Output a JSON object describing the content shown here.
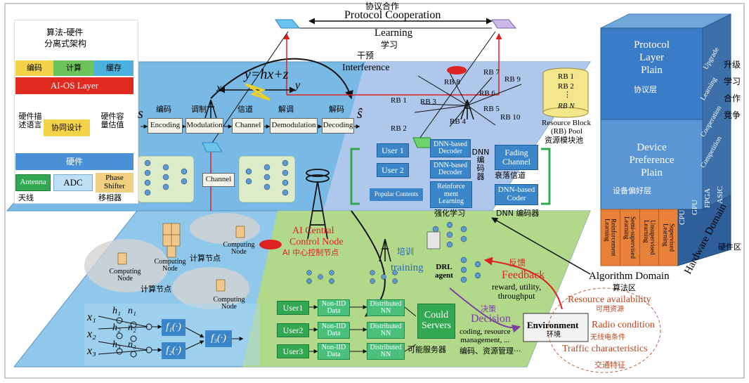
{
  "top": {
    "protocol_cn": "协议合作",
    "protocol_en": "Protocol Cooperation",
    "learning_en": "Learning",
    "learning_cn": "学习",
    "interfere_cn": "干预",
    "interfere_en": "Interference"
  },
  "arch": {
    "title_cn1": "算法-硬件",
    "title_cn2": "分离式架构",
    "modules": [
      "编码",
      "计算",
      "缓存"
    ],
    "aios": "AI-OS Layer",
    "hw_desc": "硬件描\n述语言",
    "codesign": "协同设计",
    "cap_est": "硬件容\n量估值",
    "hardware": "硬件",
    "antenna": "Antenna",
    "antenna_cn": "天线",
    "adc": "ADC",
    "phase": "Phase\nShifter",
    "phase_cn": "移相器"
  },
  "chain": {
    "s": "s",
    "s_hat": "ŝ",
    "labels_cn": [
      "编码",
      "调制",
      "信道",
      "解调",
      "解码"
    ],
    "labels_en": [
      "Encoding",
      "Modulation",
      "Channel",
      "Demodulation",
      "Decoding"
    ],
    "eq": "y=hx+z",
    "x": "x",
    "y": "y",
    "channel": "Channel"
  },
  "rb": {
    "labels": [
      "RB 1",
      "RB 2",
      "RB 3",
      "RB 4",
      "RB 5",
      "RB 6",
      "RB 7",
      "RB 8",
      "RB 9",
      "RB 10"
    ],
    "pool_items": [
      "RB 1",
      "RB 2",
      "⋮",
      "RB N"
    ],
    "pool_en1": "Resource Block",
    "pool_en2": "(RB) Pool",
    "pool_cn": "资源模块池"
  },
  "dnn": {
    "user1": "User 1",
    "user2": "User 2",
    "popular": "Popular Contents",
    "dec1": "DNN-based\nDecoder",
    "dec2": "DNN-based\nDecoder",
    "rl": "Reinforce\nment\nLearning",
    "enc_cn": "DNN\n编\n码\n器",
    "fading": "Fading\nChannel",
    "fading_cn": "衰落信道",
    "coder": "DNN-based\nCoder",
    "coder_cn": "DNN 编码器",
    "rl_cn": "强化学习"
  },
  "compute": {
    "node": "Computing\nNode",
    "node_cn": "计算节点",
    "central_en1": "AI Central",
    "central_en2": "Control Node",
    "central_cn": "AI 中心控制节点"
  },
  "fl": {
    "train_cn": "培训",
    "train_en": "training",
    "drl": "DRL\nagent",
    "users": [
      "User1",
      "User2",
      "User3"
    ],
    "noniid": "Non-IID\nData",
    "dnn": "Distributed\nNN",
    "cloud": "Could\nServers",
    "cloud_cn": "可能服务器"
  },
  "math": {
    "x": [
      "x₁",
      "x₂",
      "x₃"
    ],
    "h": [
      "h₁",
      "h₂",
      "h₃"
    ],
    "n": [
      "n₁",
      "n₂",
      "n₃"
    ],
    "f1": "f₁(·)",
    "f2": "f₂(·)",
    "f3": "f₃(·)"
  },
  "loop": {
    "feedback_cn": "反馈",
    "feedback_en": "Feedback",
    "reward": "reward, utility,\nthroughput",
    "decision_cn": "决策",
    "decision_en": "Decision",
    "decision_detail": "coding, resource\nmanagement, ...",
    "decision_cn2": "编码、资源管理···",
    "env": "Environment",
    "env_cn": "环境",
    "resource": "Resource availability",
    "resource_cn": "可用资源",
    "radio": "Radio condition",
    "radio_cn": "无线电条件",
    "traffic": "Traffic characteristics",
    "traffic_cn": "交通特征"
  },
  "right": {
    "protocol_layer": "Protocol\nLayer\nPlain",
    "protocol_layer_cn": "协议层",
    "device_pref": "Device\nPreference\nPlain",
    "device_pref_cn": "设备偏好层",
    "side_cn": [
      "升级",
      "学习",
      "合作",
      "竞争"
    ],
    "side_en": [
      "Upgrade",
      "Learning",
      "Cooperation",
      "Competition"
    ],
    "hw_items": [
      "CPU",
      "GPU",
      "FPGA",
      "ASIC"
    ],
    "algo_items": [
      "Reinforcement\nLearning",
      "Semi-supervised\nLearning",
      "Unsupervised\nLearning",
      "Supervised\nLearning"
    ],
    "hw_domain": "Hardware Domain",
    "hw_domain_cn": "硬件区",
    "algo_domain": "Algorithm Domain",
    "algo_domain_cn": "算法区"
  }
}
